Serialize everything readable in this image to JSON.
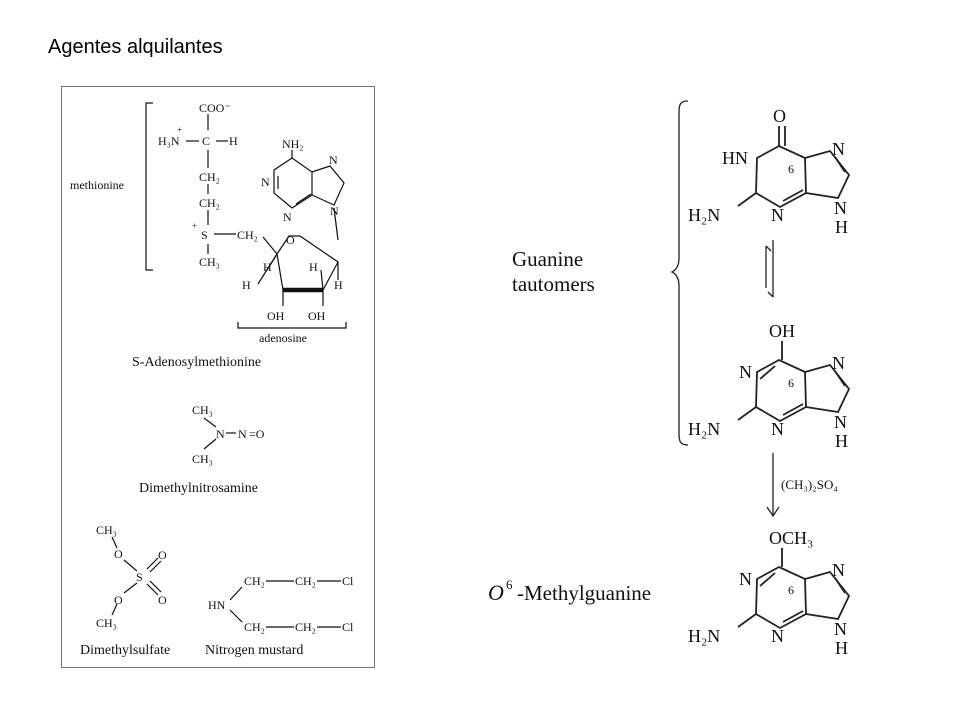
{
  "slide": {
    "title": "Agentes alquilantes"
  },
  "left_panel": {
    "sam": {
      "caption": "S-Adenosylmethionine",
      "methionine_label": "methionine",
      "adenosine_label": "adenosine",
      "atoms": {
        "coo": "COO⁻",
        "nh3": "H₃N",
        "plus": "+",
        "c": "C",
        "h": "H",
        "ch2_a": "CH₂",
        "ch2_b": "CH₂",
        "s": "S",
        "s_plus": "+",
        "ch3": "CH₃",
        "ch2_c": "CH₂",
        "nh2": "NH₂",
        "n1": "N",
        "n3": "N",
        "n7": "N",
        "n9": "N",
        "o_ring": "O",
        "h1": "H",
        "h2": "H",
        "h3": "H",
        "h4": "H",
        "oh1": "OH",
        "oh2": "OH"
      }
    },
    "dmn": {
      "caption": "Dimethylnitrosamine",
      "ch3_top": "CH₃",
      "ch3_bottom": "CH₃",
      "n1": "N",
      "n2": "N",
      "eq_o": "=O"
    },
    "dms": {
      "caption": "Dimethylsulfate",
      "ch3_top": "CH₃",
      "ch3_bottom": "CH₃",
      "o_top": "O",
      "o_bottom": "O",
      "s": "S",
      "o_right1": "O",
      "o_right2": "O"
    },
    "nm": {
      "caption": "Nitrogen mustard",
      "hn": "HN",
      "ch2_1": "CH₂",
      "ch2_2": "CH₂",
      "cl_top": "Cl",
      "ch2_3": "CH₂",
      "ch2_4": "CH₂",
      "cl_bottom": "Cl"
    }
  },
  "right_panel": {
    "tautomer_label_line1": "Guanine",
    "tautomer_label_line2": "tautomers",
    "methylguanine_label": "-Methylguanine",
    "methylguanine_o": "O",
    "methylguanine_sup": "6",
    "reagent": "(CH₃)₂SO₄",
    "guanine_keto": {
      "top": "O",
      "n1": "HN",
      "n3": "N",
      "c2_sub": "H₂N",
      "n7": "N",
      "n9": "N",
      "h9": "H",
      "pos": "6"
    },
    "guanine_enol": {
      "top": "OH",
      "n1": "N",
      "n3": "N",
      "c2_sub": "H₂N",
      "n7": "N",
      "n9": "N",
      "h9": "H",
      "pos": "6"
    },
    "methylguanine": {
      "top": "OCH₃",
      "n1": "N",
      "n3": "N",
      "c2_sub": "H₂N",
      "n7": "N",
      "n9": "N",
      "h9": "H",
      "pos": "6"
    }
  }
}
